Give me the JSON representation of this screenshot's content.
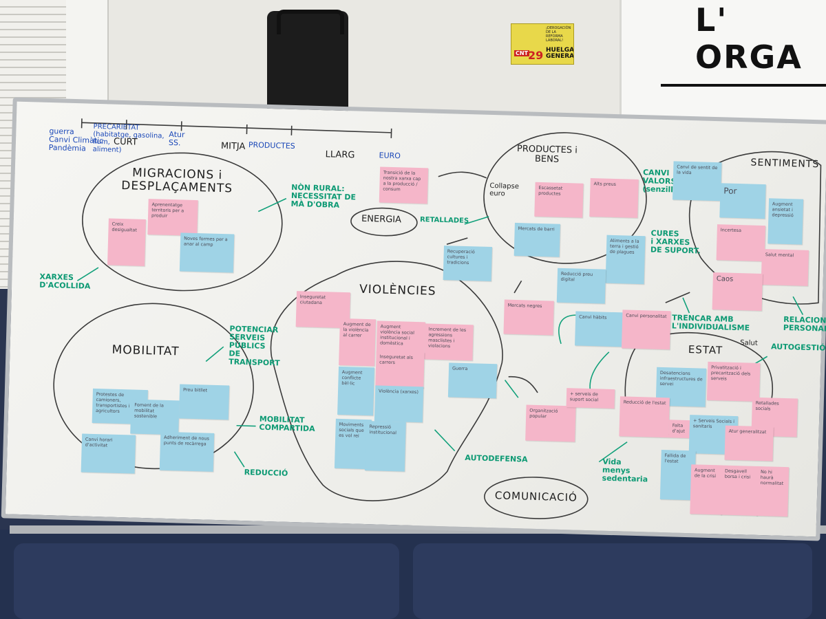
{
  "wall": {
    "banner_text": "L' ORGA",
    "sticker": {
      "small_text": "¡DEROGACIÓN DE LA REFORMA LABORAL!",
      "badge": "CNT",
      "number": "29",
      "slogan": "HUELGA GENERAL"
    }
  },
  "timeline": {
    "labels": [
      "CURT",
      "MITJA",
      "LLARG"
    ],
    "labels_extra": [
      "PRODUCTES",
      "EURO"
    ],
    "blue_notes": [
      "guerra\nCanvi Climàtic\nPandèmia",
      "PRECARIETAT\n(habitatge, gasolina,\nllum,\naliment)",
      "Atur\nSS."
    ]
  },
  "clusters": {
    "migracions": "MIGRACIONS i\nDESPLAÇAMENTS",
    "mobilitat": "MOBILITAT",
    "energia": "ENERGIA",
    "violencies": "VIOLÈNCIES",
    "productes": "PRODUCTES i\nBENS",
    "sentiments": "SENTIMENTS",
    "estat": "ESTAT",
    "comunicacio": "COMUNICACIÓ"
  },
  "green_labels": {
    "xarxes": "XARXES\nD'ACOLLIDA",
    "no_rural": "NÒN RURAL:\nNECESSITAT DE\nMÀ D'OBRA",
    "potenciar": "POTENCIAR\nSERVEIS\nPÚBLICS\nDE\nTRANSPORT",
    "mobilitat_compartida": "MOBILITAT\nCOMPARTIDA",
    "reduccio": "REDUCCIÓ",
    "retallades": "RETALLADES",
    "autodefensa": "AUTODEFENSA",
    "canvi_valors": "CANVI\nVALORS\n(senzill)",
    "cures": "CURES\ni XARXES\nDE SUPORT.",
    "trencar": "TRENCAR AMB\nL'INDIVIDUALISME",
    "relacions": "RELACIONS\nPERSONALS",
    "autogestio": "AUTOGESTIÓ",
    "vida": "Vida\nmenys\nsedentaria"
  },
  "black_labels": {
    "collapse": "Collapse\neuro",
    "salut": "Salut"
  },
  "notes": [
    {
      "color": "pink",
      "text": "Creix\ndesigualtat"
    },
    {
      "color": "pink",
      "text": "Aprenentatge\nterritoris per\na produir"
    },
    {
      "color": "blue",
      "text": "Noves formes per a\nanar al camp"
    },
    {
      "color": "pink",
      "text": "Transició de la\nnostra xarxa cap\na la producció /\nconsum"
    },
    {
      "color": "pink",
      "text": "Escassetat productes"
    },
    {
      "color": "pink",
      "text": "Alts\npreus"
    },
    {
      "color": "blue",
      "text": "Mercats de\nbarri"
    },
    {
      "color": "blue",
      "text": "Recuperació\ncultures i tradicions"
    },
    {
      "color": "blue",
      "text": "Aliments\na la terra\ni gestió\nde plagues"
    },
    {
      "color": "blue",
      "text": "Reducció preu\ndigital"
    },
    {
      "color": "pink",
      "text": "Mercats negres"
    },
    {
      "color": "blue",
      "text": "Canvi\nhàbits"
    },
    {
      "color": "pink",
      "text": "Canvi\npersonalitat"
    },
    {
      "color": "blue",
      "text": "Canvi de\nsentit de la vida"
    },
    {
      "color": "blue",
      "text": "Por"
    },
    {
      "color": "blue",
      "text": "Augment\nansietat i\ndepressió"
    },
    {
      "color": "pink",
      "text": "Incertesa"
    },
    {
      "color": "pink",
      "text": "Salut mental"
    },
    {
      "color": "pink",
      "text": "Caos"
    },
    {
      "color": "pink",
      "text": "Inseguretat\nciutadana"
    },
    {
      "color": "pink",
      "text": "Augment de\nla violència\nal carrer"
    },
    {
      "color": "pink",
      "text": "Augment violència\nsocial\ninstitucional\ni domèstica"
    },
    {
      "color": "pink",
      "text": "Increment de\nles agressions\nmasclistes\ni violacions"
    },
    {
      "color": "pink",
      "text": "Inseguretat\nals carrers"
    },
    {
      "color": "blue",
      "text": "Guerra"
    },
    {
      "color": "blue",
      "text": "Augment\nconflicte\nbèl·lic"
    },
    {
      "color": "blue",
      "text": "Violència\n(xarxes)"
    },
    {
      "color": "blue",
      "text": "Moviments\nsocials que\nes vol rei"
    },
    {
      "color": "blue",
      "text": "Repressió\ninstitucional"
    },
    {
      "color": "pink",
      "text": "Organització\npopular"
    },
    {
      "color": "pink",
      "text": "+ serveis de\nsuport social"
    },
    {
      "color": "blue",
      "text": "Protestes de\ncamioners,\ntransportistes i\nagricultors"
    },
    {
      "color": "blue",
      "text": "Foment de la\nmobilitat\nsostenible"
    },
    {
      "color": "blue",
      "text": "Preu\nbitllet"
    },
    {
      "color": "blue",
      "text": "Canvi\nhorari\nd'activitat"
    },
    {
      "color": "blue",
      "text": "Adheriment de\nnous punts de\nrecàrrega"
    },
    {
      "color": "blue",
      "text": "Desatencions\ninfraestructures\nde servei"
    },
    {
      "color": "pink",
      "text": "Privatització\ni precarització\ndels serveis"
    },
    {
      "color": "pink",
      "text": "Reducció\nde l'estat"
    },
    {
      "color": "pink",
      "text": "Retallades\nsocials"
    },
    {
      "color": "pink",
      "text": "Falta d'ajut"
    },
    {
      "color": "blue",
      "text": "+ Serveis\nSocials i\nsanitaris"
    },
    {
      "color": "pink",
      "text": "Atur generalitzat"
    },
    {
      "color": "blue",
      "text": "Fallida\nde\nl'estat"
    },
    {
      "color": "pink",
      "text": "Augment de\nla crisi"
    },
    {
      "color": "pink",
      "text": "Desgavell\nborsa i crisi"
    },
    {
      "color": "pink",
      "text": "No hi\nhaurà\nnormalitat"
    }
  ]
}
